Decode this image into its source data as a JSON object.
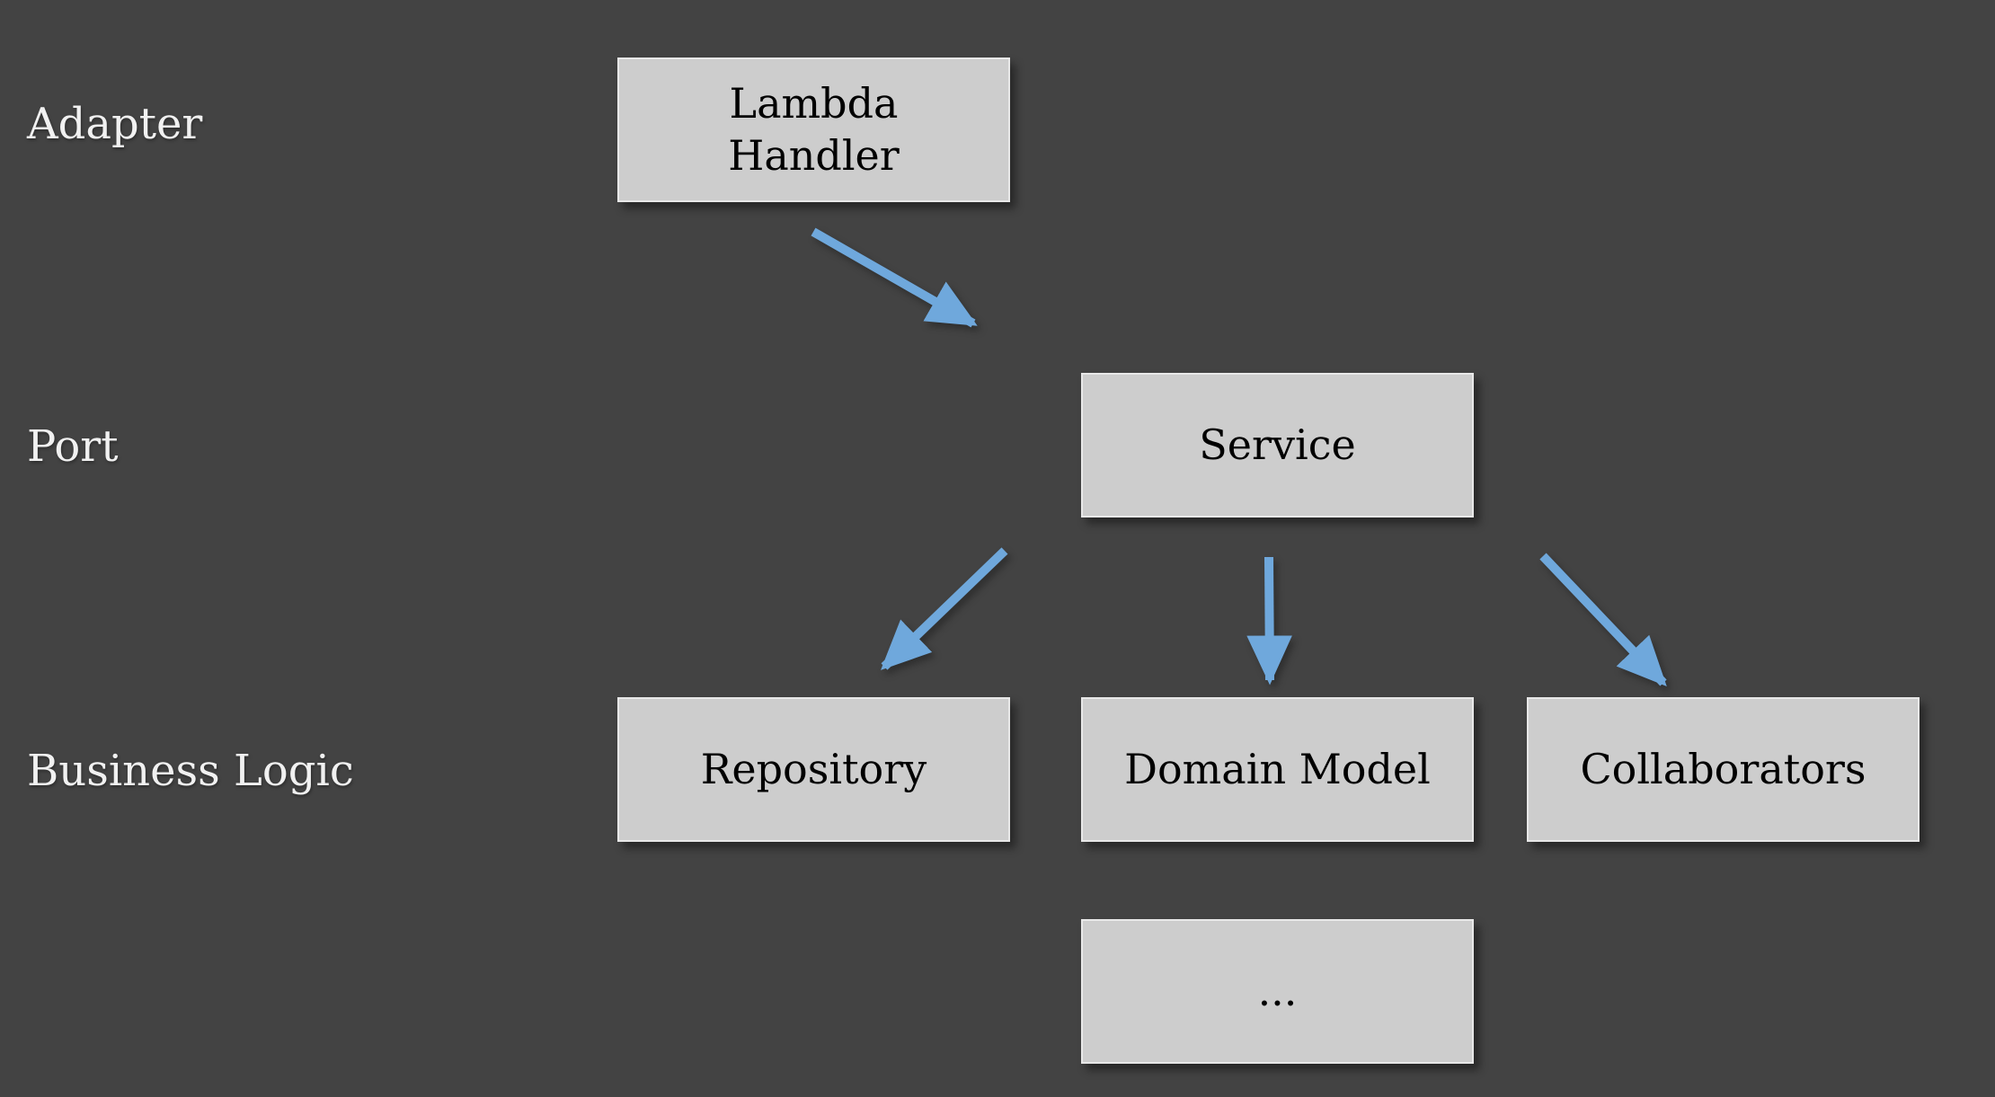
{
  "slide": {
    "background_color": "#434343",
    "shape_fill_color": "#cdcdcd",
    "shape_border_color": "#e8e8e8",
    "shape_text_color": "#000000",
    "row_label_color": "#f1f1f1",
    "arrow_color": "#6fa8dc",
    "row_labels": [
      {
        "label": "Adapter"
      },
      {
        "label": "Port"
      },
      {
        "label": "Business Logic"
      }
    ],
    "nodes": [
      {
        "id": "lambda-handler",
        "label": "Lambda\nHandler"
      },
      {
        "id": "service",
        "label": "Service"
      },
      {
        "id": "repository",
        "label": "Repository"
      },
      {
        "id": "domain-model",
        "label": "Domain Model"
      },
      {
        "id": "collaborators",
        "label": "Collaborators"
      },
      {
        "id": "more",
        "label": "..."
      }
    ],
    "edges": [
      {
        "from": "lambda-handler",
        "to": "service"
      },
      {
        "from": "service",
        "to": "repository"
      },
      {
        "from": "service",
        "to": "domain-model"
      },
      {
        "from": "service",
        "to": "collaborators"
      }
    ]
  }
}
